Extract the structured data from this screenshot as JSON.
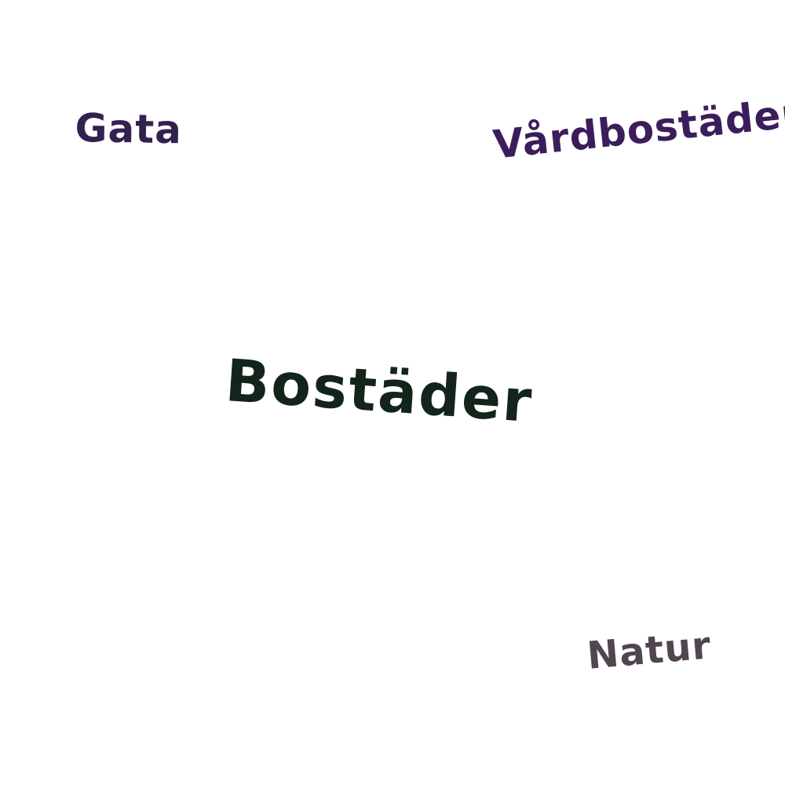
{
  "words": [
    {
      "text": "Gata",
      "color": "#33214f"
    },
    {
      "text": "Vårdbostäder",
      "color": "#3b1d5c"
    },
    {
      "text": "Bostäder",
      "color": "#13241a"
    },
    {
      "text": "Natur",
      "color": "#4f464f"
    }
  ]
}
